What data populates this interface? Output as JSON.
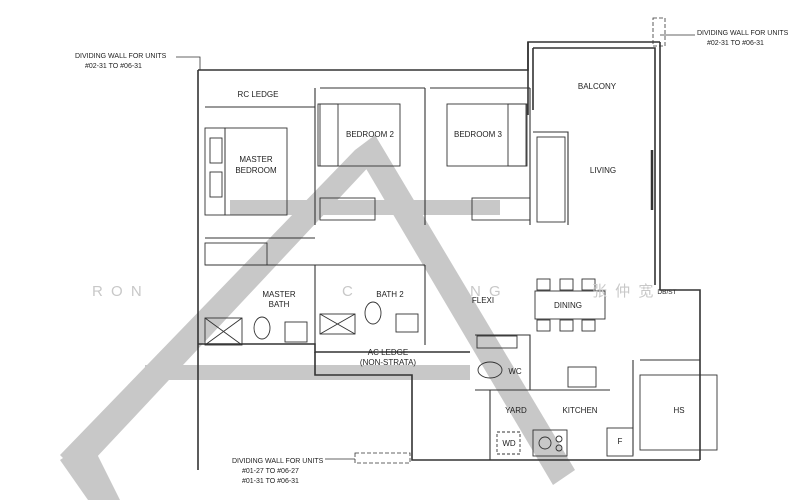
{
  "rooms": {
    "rc_ledge": "RC LEDGE",
    "master_bedroom_1": "MASTER",
    "master_bedroom_2": "BEDROOM",
    "bedroom_2": "BEDROOM 2",
    "bedroom_3": "BEDROOM 3",
    "balcony": "BALCONY",
    "living": "LIVING",
    "master_bath_1": "MASTER",
    "master_bath_2": "BATH",
    "bath_2": "BATH 2",
    "flexi": "FLEXI",
    "dining": "DINING",
    "db_st": "DB/ST",
    "ac_ledge_1": "AC LEDGE",
    "ac_ledge_2": "(NON-STRATA)",
    "wc": "WC",
    "yard": "YARD",
    "kitchen": "KITCHEN",
    "hs": "HS",
    "wd": "WD",
    "f": "F"
  },
  "notes": {
    "left_top_1": "DIVIDING WALL FOR UNITS",
    "left_top_2": "#02-31 TO #06-31",
    "right_top_1": "DIVIDING WALL FOR UNITS",
    "right_top_2": "#02-31 TO #06-31",
    "bottom_1": "DIVIDING WALL FOR UNITS",
    "bottom_2": "#01-27 TO #06-27",
    "bottom_3": "#01-31 TO #06-31"
  },
  "watermark": {
    "left": "R O N",
    "mid": "C",
    "right": "N G",
    "chinese": "张 仲 宽"
  },
  "colors": {
    "wall": "#333333",
    "overlay": "#c8c8c8"
  }
}
